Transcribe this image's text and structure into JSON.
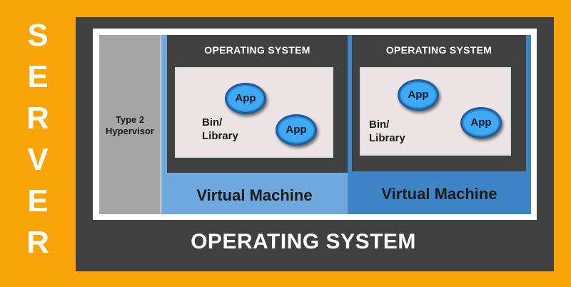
{
  "server_letters": [
    "S",
    "E",
    "R",
    "V",
    "E",
    "R"
  ],
  "host_os_label": "OPERATING SYSTEM",
  "hypervisor": {
    "line1": "Type 2",
    "line2": "Hypervisor"
  },
  "vms": [
    {
      "label": "Virtual Machine",
      "guest_os_label": "OPERATING SYSTEM",
      "bin_line1": "Bin/",
      "bin_line2": "Library",
      "apps": [
        "App",
        "App"
      ]
    },
    {
      "label": "Virtual Machine",
      "guest_os_label": "OPERATING SYSTEM",
      "bin_line1": "Bin/",
      "bin_line2": "Library",
      "apps": [
        "App",
        "App"
      ]
    }
  ],
  "colors": {
    "server_background": "#F9A50A",
    "host_os": "#404040",
    "hypervisor": "#A6A6A6",
    "vm1": "#6FA8DC",
    "vm2": "#3D85C6",
    "app_bubble": "#3FA9F5",
    "container": "#EDE5E5"
  }
}
